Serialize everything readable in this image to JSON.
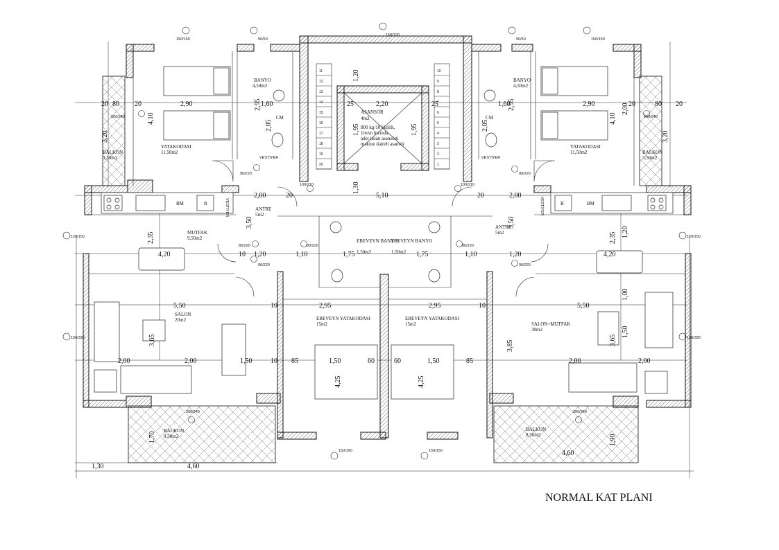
{
  "title": "NORMAL KAT PLANI",
  "rooms": {
    "yatak_left": {
      "name": "YATAKODASI",
      "area": "11,50m2"
    },
    "yatak_right": {
      "name": "YATAKODASI",
      "area": "11,50m2"
    },
    "banyo_left": {
      "name": "BANYO",
      "area": "4,50m2"
    },
    "banyo_right": {
      "name": "BANYO",
      "area": "4,50m2"
    },
    "balkon_left": {
      "name": "BALKON",
      "area": "3,50m2"
    },
    "balkon_right": {
      "name": "BALKON",
      "area": "3,50m2"
    },
    "mutfak": {
      "name": "MUTFAK",
      "area": "9,50m2"
    },
    "antre_left": {
      "name": "ANTRE",
      "area": "5m2"
    },
    "antre_right": {
      "name": "ANTRE",
      "area": "5m2"
    },
    "salon": {
      "name": "SALON",
      "area": "20m2"
    },
    "salon_mutfak": {
      "name": "SALON+MUTFAK",
      "area": "30m2"
    },
    "ebeveyn_banyo_left": {
      "name": "EBEVEYN BANYO",
      "area": "1,50m2"
    },
    "ebeveyn_banyo_right": {
      "name": "EBEVEYN BANYO",
      "area": "1,50m2"
    },
    "ebeveyn_yatak_left": {
      "name": "EBEVEYN YATAKODASI",
      "area": "15m2"
    },
    "ebeveyn_yatak_right": {
      "name": "EBEVEYN YATAKODASI",
      "area": "15m2"
    },
    "balkon_bottom_left": {
      "name": "BALKON",
      "area": "8,50m2"
    },
    "balkon_bottom_right": {
      "name": "BALKON",
      "area": "8,50m2"
    },
    "asansor": {
      "name": "ASANSÖR",
      "area": "4m2",
      "desc1": "800 kg/10 kişilik,",
      "desc2": "1m/sn hızında",
      "desc3": "adet insan asansörü",
      "desc4": "makine daireli asansör"
    }
  },
  "fixtures": {
    "cm": "CM",
    "vestiyer": "VESTİYER",
    "bm": "BM",
    "b": "B"
  },
  "stair_steps_left": [
    "11",
    "12",
    "13",
    "14",
    "15",
    "16",
    "17",
    "18",
    "19",
    "20"
  ],
  "stair_steps_right": [
    "10",
    "9",
    "8",
    "7",
    "6",
    "5",
    "4",
    "3",
    "2",
    "1"
  ],
  "dims_h": {
    "d1": "2,90",
    "d2": "1,60",
    "d3": "2,20",
    "d4": "1,60",
    "d5": "2,90",
    "d6": "80",
    "d7": "80",
    "d8": "20",
    "d9": "20",
    "d10": "20",
    "d11": "20",
    "d12": "2,00",
    "d13": "5,10",
    "d14": "2,00",
    "d15": "4,20",
    "d16": "1,20",
    "d17": "1,10",
    "d18": "1,75",
    "d19": "1,75",
    "d20": "1,10",
    "d21": "1,20",
    "d22": "4,20",
    "d23": "5,50",
    "d24": "2,95",
    "d25": "2,95",
    "d26": "5,50",
    "d27": "2,00",
    "d28": "2,00",
    "d29": "1,50",
    "d30": "85",
    "d31": "1,50",
    "d32": "60",
    "d33": "60",
    "d34": "1,50",
    "d35": "85",
    "d36": "2,00",
    "d37": "2,00",
    "d38": "1,30",
    "d39": "4,60",
    "d40": "4,60",
    "d41": "25",
    "d42": "25",
    "d43": "10",
    "d44": "10",
    "d45": "10",
    "d46": "10",
    "d47": "20",
    "d48": "20"
  },
  "dims_v": {
    "v1": "4,10",
    "v2": "3,20",
    "v3": "2,95",
    "v4": "1,95",
    "v5": "1,20",
    "v6": "1,30",
    "v7": "3,50",
    "v8": "2,35",
    "v9": "3,65",
    "v10": "4,25",
    "v11": "4,25",
    "v12": "3,85",
    "v13": "3,65",
    "v14": "1,50",
    "v15": "1,00",
    "v16": "2,35",
    "v17": "3,50",
    "v18": "4,10",
    "v19": "3,20",
    "v20": "2,95",
    "v21": "1,70",
    "v22": "1,90",
    "v23": "2,00",
    "v24": "2,05",
    "v25": "1,20",
    "v26": "1,95",
    "v27": "2,05"
  },
  "door_tags": {
    "t1": "90/220",
    "t2": "100/210",
    "t3": "100/210",
    "t4": "90/220",
    "t5": "80/220",
    "t6": "80/220",
    "t7": "80/220",
    "t8": "90/220",
    "t9": "90/220",
    "t10": "200/240",
    "t11": "200/240"
  },
  "window_tags": {
    "w1": "150/150",
    "w2": "50/50",
    "w3": "150/120",
    "w4": "50/50",
    "w5": "150/150",
    "w6": "120/150",
    "w7": "150/330",
    "w8": "120/150",
    "w9": "150/330",
    "w10": "200/240",
    "w11": "200/240",
    "w12": "150/150",
    "w13": "150/150"
  }
}
